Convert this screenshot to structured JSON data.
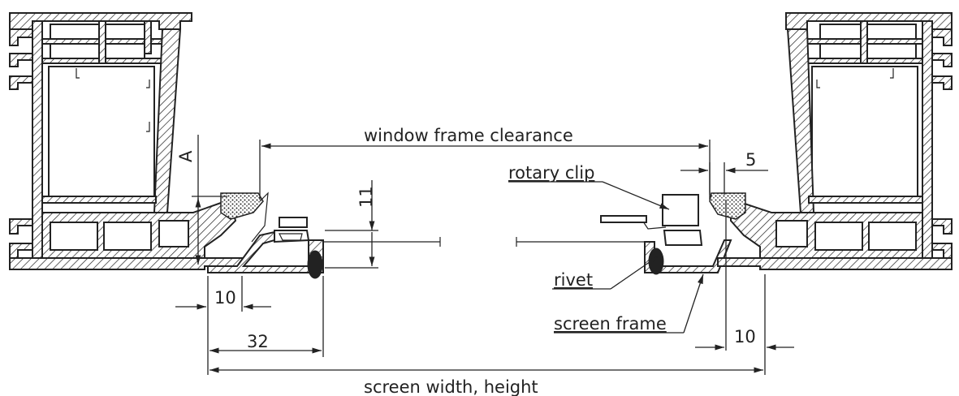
{
  "drawing": {
    "labels": {
      "window_frame_clearance": "window frame clearance",
      "rotary_clip": "rotary clip",
      "rivet": "rivet",
      "screen_frame": "screen frame",
      "screen_width_height": "screen width, height"
    },
    "dimensions": {
      "a": "A",
      "d11": "11",
      "d5": "5",
      "d10_left": "10",
      "d32": "32",
      "d10_right": "10"
    },
    "colors": {
      "line": "#222222",
      "background": "#ffffff"
    }
  }
}
